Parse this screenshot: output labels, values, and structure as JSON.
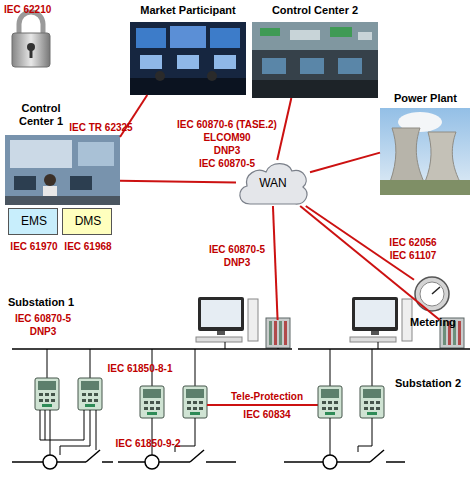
{
  "diagram": {
    "nodes": [
      {
        "text": [
          "Market Participant"
        ]
      },
      {
        "text": [
          "Control Center 2"
        ]
      },
      {
        "text": [
          "Control Center 1"
        ]
      },
      {
        "text": [
          "Power Plant"
        ]
      },
      {
        "text": [
          "WAN"
        ]
      },
      {
        "text": [
          "EMS",
          "IEC 61970"
        ]
      },
      {
        "text": [
          "DMS",
          "IEC 61968"
        ]
      },
      {
        "text": [
          "Metering"
        ]
      },
      {
        "text": [
          "Substation 1"
        ]
      },
      {
        "text": [
          "Substation 2"
        ]
      }
    ],
    "edges": [
      {
        "from": 2,
        "to": 0,
        "arrow": "none",
        "label": "IEC TR 62325"
      },
      {
        "from": 4,
        "to": 1,
        "arrow": "none"
      },
      {
        "from": 4,
        "to": 2,
        "arrow": "none"
      },
      {
        "from": 4,
        "to": 3,
        "arrow": "none"
      },
      {
        "from": 4,
        "to": 7,
        "arrow": "none",
        "label": "IEC 62056 IEC 61107"
      },
      {
        "from": 4,
        "to": 8,
        "arrow": "none",
        "label": "IEC 60870-5 DNP3"
      },
      {
        "from": 4,
        "to": 9,
        "arrow": "none"
      }
    ],
    "labels": [
      "IEC 62210",
      "IEC 60870-6 (TASE.2)",
      "ELCOM90",
      "DNP3",
      "IEC 60870-5",
      "IEC 60870-5 DNP3",
      "IEC 61850-8-1",
      "Tele-Protection",
      "IEC 60834",
      "IEC 61850-9-2"
    ]
  }
}
